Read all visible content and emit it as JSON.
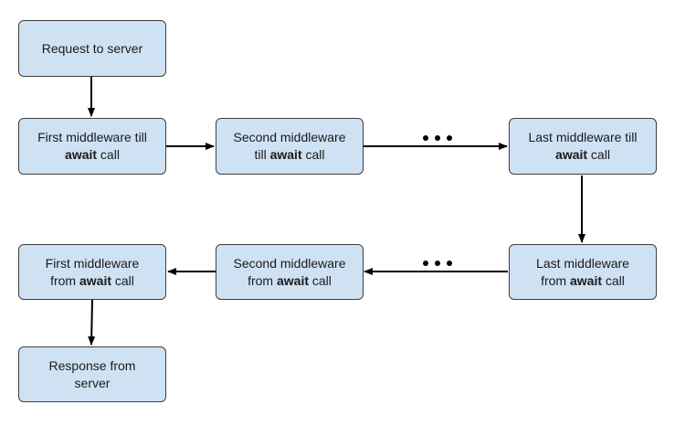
{
  "nodes": {
    "request": {
      "line1": "Request to server"
    },
    "first_till": {
      "line1": "First middleware till",
      "line2_bold": "await",
      "line2_rest": " call"
    },
    "second_till": {
      "line1": "Second middleware",
      "line2_pre": "till ",
      "line2_bold": "await",
      "line2_rest": " call"
    },
    "last_till": {
      "line1": "Last middleware till",
      "line2_bold": "await",
      "line2_rest": " call"
    },
    "last_from": {
      "line1": "Last middleware",
      "line2_pre": "from ",
      "line2_bold": "await",
      "line2_rest": " call"
    },
    "second_from": {
      "line1": "Second middleware",
      "line2_pre": "from ",
      "line2_bold": "await",
      "line2_rest": " call"
    },
    "first_from": {
      "line1": "First middleware",
      "line2_pre": "from ",
      "line2_bold": "await",
      "line2_rest": " call"
    },
    "response": {
      "line1": "Response from",
      "line2": "server"
    }
  },
  "colors": {
    "node_fill": "#cfe2f3",
    "node_border": "#3d3d3d",
    "arrow": "#000000"
  }
}
